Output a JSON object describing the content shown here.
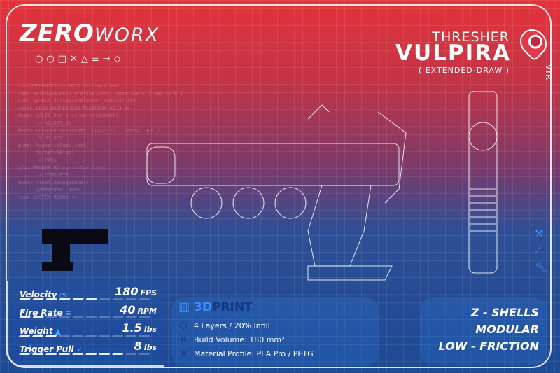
{
  "brand": {
    "name_a": "ZERO",
    "name_b": "WORX",
    "glyphs": "○○□✕△≡→◇"
  },
  "terminal": [
    "root@ZEROWORX:~$ INIT Zeroworx.exe",
    "fab> EXTRUDER.PETG_Profile.init( temp=250°C | bed=70°C )",
    "sys> SEARCH.zcases3DPblaster_modular.sys",
    "core> LOAD HAMMERHEAD_PLATFORM v2.3 />",
    "diag> CALIB.hex-o-screw_alignment()",
    "      -> ADJUST_OK",
    "mech> PLUNGER.setParams( OD=13.75 | comp=2.5CF )",
    "      -> 95.8psi",
    "pump> MagneticPump.test(",
    "      force=<50lbs)",
    "      -> PASS",
    "gfx> RENDER BlueprintOverlay()",
    "      -> COMPLETE",
    "boot> finalizeSequence()",
    "      [########] 100%",
    "sys> SYSTEM READY />"
  ],
  "title": {
    "series": "THRESHER",
    "model": "VULPIRA",
    "variant": "( EXTENDED-DRAW )",
    "side_tag": "VTR"
  },
  "stats": [
    {
      "label": "Velocity",
      "icon": "speedometer-icon",
      "value": "180",
      "unit": "FPS",
      "level": 0.6
    },
    {
      "label": "Fire Rate",
      "icon": "speed-lines-icon",
      "value": "40",
      "unit": "RPM",
      "level": 0.2
    },
    {
      "label": "Weight",
      "icon": "kettlebell-icon",
      "value": "1.5",
      "unit": "lbs",
      "level": 0.3
    },
    {
      "label": "Trigger Pull",
      "icon": "trigger-icon",
      "value": "8",
      "unit": "lbs",
      "level": 0.8
    }
  ],
  "print": {
    "title_a": "3D",
    "title_b": "PRINT",
    "items": [
      {
        "icon": "cube-icon",
        "text": "4 Layers / 20% Infill"
      },
      {
        "icon": "dot-grid-icon",
        "text": "Build Volume: 180 mm³"
      },
      {
        "icon": "atom-icon",
        "text": "Material Profile: PLA Pro / PETG"
      }
    ]
  },
  "features": [
    "Z - SHELLS",
    "MODULAR",
    "LOW - FRICTION"
  ],
  "colors": {
    "accent": "#3b8eff",
    "red": "#e3333b",
    "blue": "#1c4a93"
  }
}
